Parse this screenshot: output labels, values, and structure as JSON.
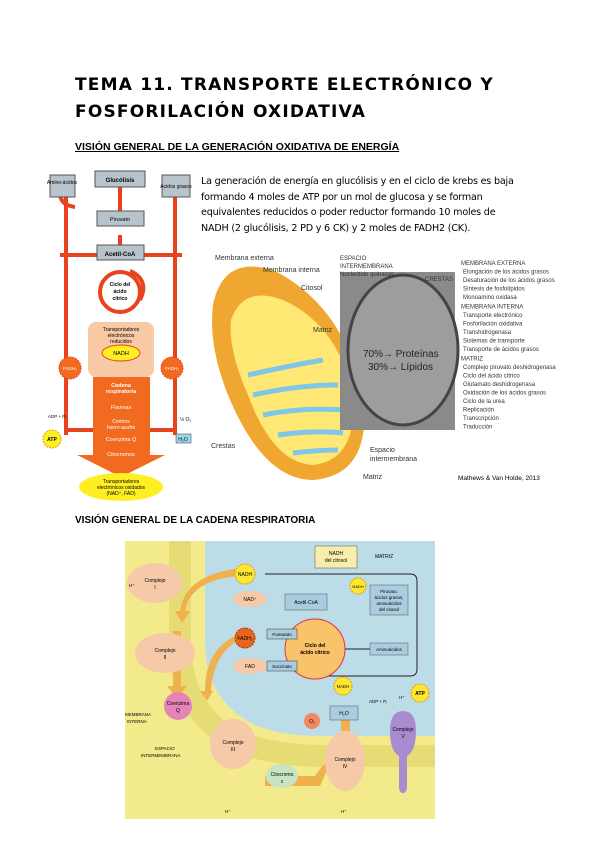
{
  "title": {
    "line1": "TEMA 11. TRANSPORTE ELECTRÓNICO Y",
    "line2": "FOSFORILACIÓN OXIDATIVA"
  },
  "section1": {
    "heading": "VISIÓN GENERAL DE LA GENERACIÓN OXIDATIVA DE ENERGÍA",
    "paragraph": "La generación de energía en glucólisis y en el ciclo de krebs es baja formando 4 moles de ATP por un mol de glucosa y se forman equivalentes reducidos o poder reductor formando 10 moles de NADH (2 glucólisis, 2 PD y 6 CK) y 2 moles de FADH2 (CK).",
    "flow": {
      "aminoacidos": "Amino-ácidos",
      "glucolisis": "Glucólisis",
      "acidos_grasos": "Ácidos grasos",
      "piruvato": "Piruvato",
      "acetil": "Acetil-CoA",
      "ciclo1": "Ciclo del",
      "ciclo2": "ácido",
      "ciclo3": "cítrico",
      "transp1": "Transportadores",
      "transp2": "electrónicos",
      "transp3": "reducidos",
      "nadh": "NADH",
      "fadh": "FADH₂",
      "cadena1": "Cadena",
      "cadena2": "respiratoria",
      "flavinas": "Flavinas",
      "centros1": "Centros",
      "centros2": "hierro-azufre",
      "coq": "Coenzima Q",
      "citocromos": "Citocromos",
      "adp": "ADP + Pᵢ",
      "o2": "½ O₂",
      "atp": "ATP",
      "h2o": "H₂O",
      "ox1": "Transportadores",
      "ox2": "electrónicos oxidados",
      "ox3": "(NAD⁺, FAD)"
    },
    "mito": {
      "membrana_externa": "Membrana externa",
      "membrana_interna": "Membrana interna",
      "citosol": "Citosol",
      "matriz": "Matriz",
      "crestas": "Crestas",
      "espacio1": "Espacio",
      "espacio2": "intermembrana",
      "matriz2": "Matriz",
      "esp1": "ESPACIO",
      "esp2": "INTERMEMBRANA",
      "esp3": "Nucleótido quinasas",
      "crestas_em": "CRESTAS",
      "proteinas": "70%→ Proteínas",
      "lipidos": "30%→ Lípidos",
      "credit": "Mathews & Van Holde, 2013",
      "groups": [
        {
          "title": "MEMBRANA EXTERNA",
          "items": [
            "Elongación de los ácidos grasos",
            "Desaturación de los ácidos grasos",
            "Síntesis de fosfolípidos",
            "Monoamino oxidasa"
          ]
        },
        {
          "title": "MEMBRANA INTERNA",
          "items": [
            "Transporte electrónico",
            "Fosforilación oxidativa",
            "Transhidrogenasa",
            "Sistemas de transporte",
            "Transporte de ácidos grasos"
          ]
        },
        {
          "title": "MATRIZ",
          "items": [
            "Complejo piruvato deshidrogenasa",
            "Ciclo del ácido cítrico",
            "Glutamato deshidrogenasa",
            "Oxidación de los ácidos grasos",
            "Ciclo de la urea",
            "Replicación",
            "Transcripción",
            "Traducción"
          ]
        }
      ]
    }
  },
  "section2": {
    "heading": "VISIÓN GENERAL DE LA CADENA RESPIRATORIA",
    "diagram": {
      "nadh_citosol1": "NADH",
      "nadh_citosol2": "del citosol",
      "matriz": "MATRIZ",
      "complejo1": "Complejo",
      "c1": "I",
      "c2": "II",
      "c3": "III",
      "c4": "IV",
      "c5": "V",
      "nadh": "NADH",
      "nad": "NAD⁺",
      "fadh2": "FADH₂",
      "fad": "FAD",
      "acetil": "Acetil-CoA",
      "piruvato1": "Piruvato,",
      "piruvato2": "ácidos grasos,",
      "piruvato3": "aminoácidos",
      "piruvato4": "del citosol",
      "fumarato": "Fumarato",
      "succinato": "Succinato",
      "ciclo1": "Ciclo del",
      "ciclo2": "ácido cítrico",
      "aminoacidos": "Aminoácidos",
      "coenzima": "Coenzima",
      "q": "Q",
      "citocromo": "Citocromo",
      "c": "c",
      "o2": "O₂",
      "h2o": "H₂O",
      "adp": "ADP + Pᵢ",
      "atp": "ATP",
      "h": "H⁺",
      "membrana1": "MEMBRANA",
      "membrana2": "INTERNA",
      "espacio1": "ESPACIO",
      "espacio2": "INTERMEMBRANA"
    }
  }
}
